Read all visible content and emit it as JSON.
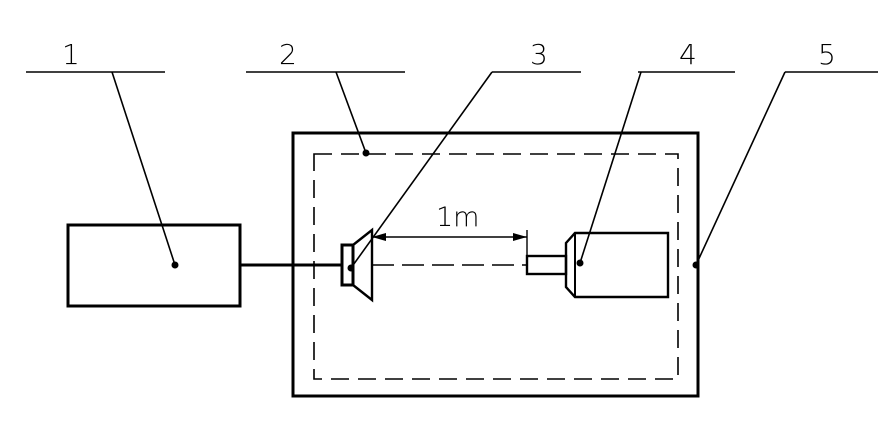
{
  "callouts": [
    {
      "number": "1"
    },
    {
      "number": "2"
    },
    {
      "number": "3"
    },
    {
      "number": "4"
    },
    {
      "number": "5"
    }
  ],
  "dimension": {
    "label": "1m"
  },
  "colors": {
    "ink": "#000000",
    "background": "#ffffff"
  }
}
